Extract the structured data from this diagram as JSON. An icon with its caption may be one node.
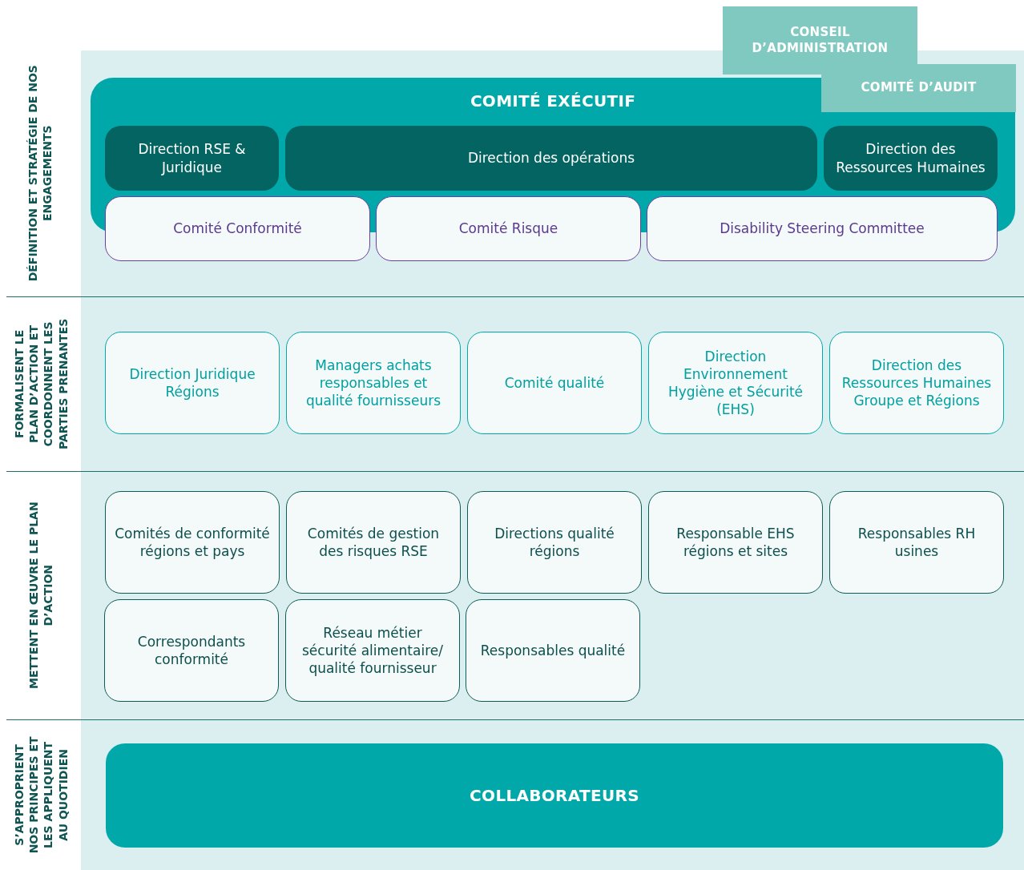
{
  "diagram": {
    "nodes": [
      {
        "text": [
          "CONSEIL D’ADMINISTRATION"
        ]
      },
      {
        "text": [
          "COMITÉ D’AUDIT"
        ]
      },
      {
        "text": [
          "COMITÉ EXÉCUTIF"
        ]
      },
      {
        "text": [
          "Direction RSE & Juridique"
        ],
        "in": 2
      },
      {
        "text": [
          "Direction des opérations"
        ],
        "in": 2
      },
      {
        "text": [
          "Direction des Ressources Humaines"
        ],
        "in": 2
      },
      {
        "text": [
          "Comité Conformité"
        ]
      },
      {
        "text": [
          "Comité Risque"
        ]
      },
      {
        "text": [
          "Disability Steering Committee"
        ]
      },
      {
        "text": [
          "Direction Juridique Régions"
        ]
      },
      {
        "text": [
          "Managers achats responsables et qualité fournisseurs"
        ]
      },
      {
        "text": [
          "Comité qualité"
        ]
      },
      {
        "text": [
          "Direction Environnement Hygiène et Sécurité (EHS)"
        ]
      },
      {
        "text": [
          "Direction des Ressources Humaines Groupe et Régions"
        ]
      },
      {
        "text": [
          "Comités de conformité régions et pays"
        ]
      },
      {
        "text": [
          "Comités de gestion des risques RSE"
        ]
      },
      {
        "text": [
          "Directions qualité régions"
        ]
      },
      {
        "text": [
          "Responsable EHS régions et sites"
        ]
      },
      {
        "text": [
          "Responsables RH usines"
        ]
      },
      {
        "text": [
          "Correspondants conformité"
        ]
      },
      {
        "text": [
          "Réseau métier sécurité alimentaire/ qualité fournisseur"
        ]
      },
      {
        "text": [
          "Responsables qualité"
        ]
      },
      {
        "text": [
          "COLLABORATEURS"
        ]
      }
    ],
    "labels": [
      "DÉFINITION ET STRATÉGIE DE NOS ENGAGEMENTS",
      "FORMALISENT LE PLAN D’ACTION ET COORDONNENT LES PARTIES PRENANTES",
      "METTENT EN ŒUVRE LE PLAN D’ACTION",
      "S’APPROPRIENT NOS PRINCIPES ET LES APPLIQUENT AU QUOTIDIEN"
    ]
  }
}
